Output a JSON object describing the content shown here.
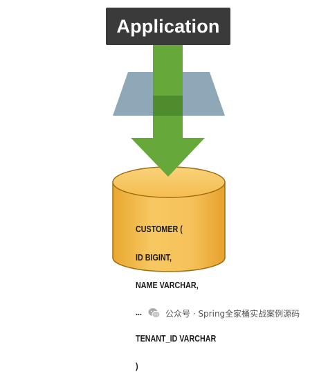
{
  "application": {
    "label": "Application"
  },
  "database": {
    "lines": [
      "CUSTOMER (",
      "ID BIGINT,",
      "NAME VARCHAR,",
      "...",
      "TENANT_ID VARCHAR",
      ")"
    ]
  },
  "footer": {
    "text": "公众号 · Spring全家桶实战案例源码",
    "icon": "wechat-icon"
  },
  "colors": {
    "app_box": "#3a3a3a",
    "arrow": "#67a83a",
    "filter": "#8ea8b7",
    "cylinder_top": "#f7c65a",
    "cylinder_body": "#f0b545",
    "cylinder_outline": "#a06d14"
  }
}
